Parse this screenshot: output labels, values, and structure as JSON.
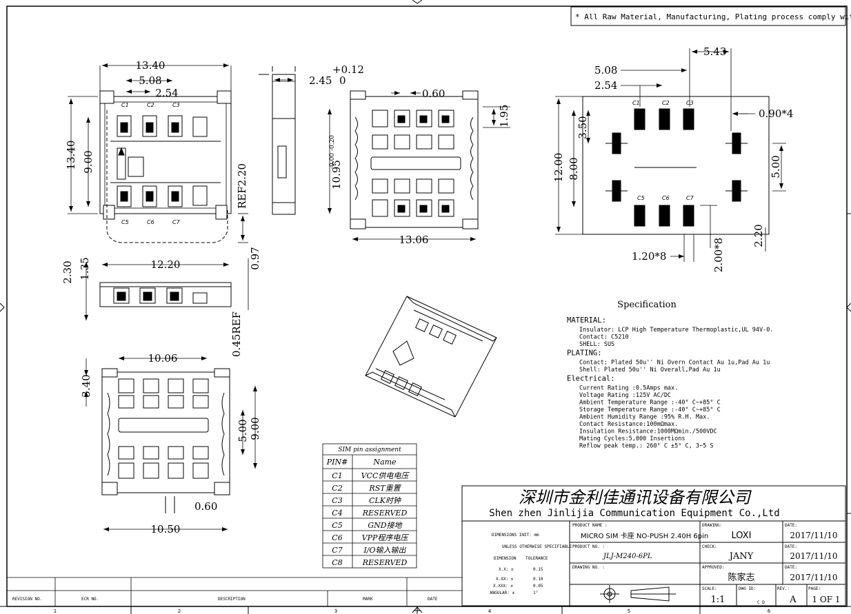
{
  "rohs_note": "* All Raw Material, Manufacturing, Plating process comply with ROHS",
  "views": {
    "top": {
      "dims": {
        "w_total": "13.40",
        "pitch2": "5.08",
        "pitch1": "2.54",
        "h_total": "13.40",
        "h_inner": "9.00",
        "ref": "REF2.20"
      },
      "pins_top": [
        "C1",
        "C2",
        "C3"
      ],
      "pins_bottom": [
        "C5",
        "C6",
        "C7"
      ]
    },
    "side": {
      "tol_plus": "+0.12",
      "height": "2.45",
      "tol_zero": "0"
    },
    "bottom_center": {
      "gap": "0.60",
      "h": "1.95",
      "len": "10.95",
      "tol": "-0.00 -0.20",
      "w": "13.06"
    },
    "front": {
      "h1": "2.30",
      "h2": "1.35",
      "w": "12.20",
      "t1": "0.97",
      "t2": "0.45REF"
    },
    "bottom_left": {
      "w_top": "10.06",
      "h_top": "3.40",
      "h1": "5.00",
      "h2": "9.00",
      "gap": "0.60",
      "w_bottom": "10.50"
    },
    "layout": {
      "d_total": "5.43",
      "d2": "5.08",
      "d1": "2.54",
      "pad_w": "0.90*4",
      "h_total": "12.00",
      "h_mid": "8.00",
      "h_top": "3.50",
      "h_side": "5.00",
      "h_bot": "2.20",
      "pad_a": "1.20*8",
      "pad_b": "2.00*8",
      "pins_top": [
        "C1",
        "C2",
        "C3"
      ],
      "pins_bottom": [
        "C5",
        "C6",
        "C7"
      ]
    }
  },
  "spec": {
    "title": "Specification",
    "lines": [
      {
        "t": "MATERIAL:",
        "h": true
      },
      {
        "t": "Insulator: LCP High Temperature Thermoplastic,UL 94V-0."
      },
      {
        "t": "Contact: C5210"
      },
      {
        "t": "SHELL: SUS"
      },
      {
        "t": "PLATING:",
        "h": true
      },
      {
        "t": "Contact: Plated 50u'' Ni Overn  Contact Au 1u,Pad Au 1u"
      },
      {
        "t": "Shell: Plated 50u'' Ni Overall,Pad Au 1u"
      },
      {
        "t": "Electrical:",
        "h": true
      },
      {
        "t": "Current Rating :0.5Amps max."
      },
      {
        "t": "Voltage Rating :125V AC/DC"
      },
      {
        "t": "Ambient Temperature Range :-40° C~+85° C"
      },
      {
        "t": "Storage Temperature Range :-40° C~+85° C"
      },
      {
        "t": "Ambient Humidity Range :95% R.H. Max."
      },
      {
        "t": "Contact Resistance:100mΩmax."
      },
      {
        "t": "Insulation Resistance:1000MΩmin./500VDC"
      },
      {
        "t": "Mating Cycles:5,000 Insertions"
      },
      {
        "t": "Reflow peak temp.: 260° C ±5° C, 3~5 S"
      }
    ]
  },
  "pin_table": {
    "title": "SIM pin assignment",
    "headers": [
      "PIN#",
      "Name"
    ],
    "rows": [
      [
        "C1",
        "VCC供电电压"
      ],
      [
        "C2",
        "RST重置"
      ],
      [
        "C3",
        "CLK时钟"
      ],
      [
        "C4",
        "RESERVED"
      ],
      [
        "C5",
        "GND接地"
      ],
      [
        "C6",
        "VPP程序电压"
      ],
      [
        "C7",
        "I/O输入输出"
      ],
      [
        "C8",
        "RESERVED"
      ]
    ]
  },
  "title_block": {
    "company_cn": "深圳市金利佳通讯设备有限公司",
    "company_en": "Shen zhen Jinlijia Communication Equipment Co.,Ltd",
    "dim_unit": "DIMENSIONS INIT:  mm",
    "unless": "UNLESS OTHERWISE SPECIFIABLE",
    "dim_hdr": "DIMENSION",
    "tol_hdr": "TOLERANCE",
    "tols": [
      [
        "X.X: ±",
        "0.15"
      ],
      [
        "X.XX: ±",
        "0.10"
      ],
      [
        "X.XXX: ±",
        "0.05"
      ],
      [
        "ANGULAR: ±",
        "1°"
      ]
    ],
    "product_name_label": "PRODUCT NAME :",
    "product_name": "MICRO SIM 卡座 NO-PUSH 2.40H 6pin",
    "product_no_label": "PRODUCT NO. :",
    "product_no": "JLJ-M240-6PL",
    "drawing_no_label": "DRAWING NO. :",
    "drawing_label": "DRAWING:",
    "drawing": "LOXI",
    "check_label": "CHECK:",
    "check": "JANY",
    "approved_label": "APPROVED:",
    "approved": "陈家志",
    "date_label": "DATE:",
    "dates": [
      "2017/11/10",
      "2017/11/10",
      "2017/11/10"
    ],
    "scale_label": "SCALE:",
    "scale": "1:1",
    "dwg_id_label": "DWG ID:",
    "dwg_id": "C D",
    "rev_label": "REV.:",
    "rev": "A",
    "page_label": "PAGE:",
    "page": "1 OF 1"
  },
  "revision_block": {
    "rev_no": "REVISION NO.",
    "ecr_no": "ECR NO.",
    "description": "DESCRIPTION",
    "mark": "MARK",
    "date": "DATE"
  },
  "zones": [
    "1",
    "2",
    "3",
    "4",
    "5",
    "6"
  ]
}
